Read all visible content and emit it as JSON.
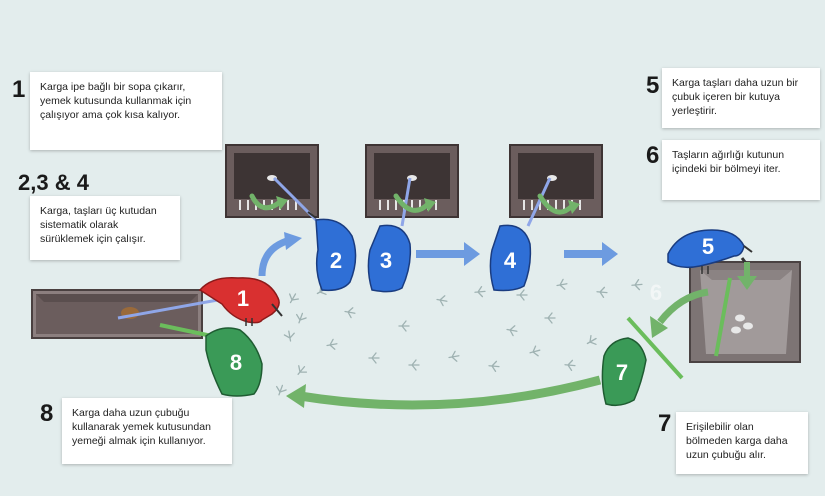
{
  "steps": [
    {
      "number": "1",
      "text": "Karga ipe bağlı bir sopa çıkarır,\nyemek kutusunda kullanmak için\nçalışıyor ama çok kısa kalıyor."
    },
    {
      "number": "2,3 & 4",
      "text": "Karga, taşları üç kutudan\nsistematik olarak\nsürüklemek için çalışır."
    },
    {
      "number": "5",
      "text": "Karga taşları daha uzun bir\nçubuk içeren bir kutuya\nyerleştirir."
    },
    {
      "number": "6",
      "text": "Taşların ağırlığı kutunun\niçindeki bir bölmeyi iter."
    },
    {
      "number": "7",
      "text": "Erişilebilir olan\nbölmeden karga daha\nuzun çubuğu alır."
    },
    {
      "number": "8",
      "text": "Karga daha uzun çubuğu\nkullanarak yemek kutusundan\nyemeği almak için kullanıyor."
    }
  ],
  "crow_labels": [
    "1",
    "2",
    "3",
    "4",
    "5",
    "6",
    "7",
    "8"
  ],
  "colors": {
    "background": "#e3eded",
    "box": "#6b5d5d",
    "crow_red": "#d93030",
    "crow_blue": "#2f6fd6",
    "crow_green": "#3a9a57",
    "arrow_blue": "#6d9be0",
    "arrow_green": "#72b36a",
    "stick_green": "#6bbd5c"
  },
  "icons": [
    "crow-icon",
    "box-icon",
    "arrow-icon",
    "footprint-icon"
  ]
}
